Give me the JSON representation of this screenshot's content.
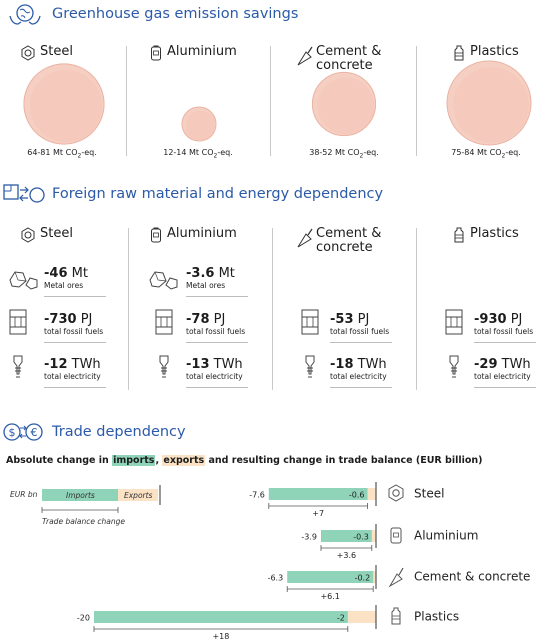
{
  "sections": {
    "savings": {
      "title": "Greenhouse gas emission savings"
    },
    "dependency": {
      "title": "Foreign raw material and energy dependency"
    },
    "trade": {
      "title": "Trade dependency"
    }
  },
  "materials": [
    {
      "name": "Steel",
      "icon": "gear-nut-icon"
    },
    {
      "name": "Aluminium",
      "icon": "can-icon"
    },
    {
      "name_line1": "Cement &",
      "name_line2": "concrete",
      "icon": "trowel-icon"
    },
    {
      "name": "Plastics",
      "icon": "bottle-icon"
    }
  ],
  "emission_savings": [
    {
      "range": "64-81",
      "unit": "Mt CO",
      "sub": "2",
      "suffix": "-eq.",
      "mid": 72.5
    },
    {
      "range": "12-14",
      "unit": "Mt CO",
      "sub": "2",
      "suffix": "-eq.",
      "mid": 13
    },
    {
      "range": "38-52",
      "unit": "Mt CO",
      "sub": "2",
      "suffix": "-eq.",
      "mid": 45
    },
    {
      "range": "75-84",
      "unit": "Mt CO",
      "sub": "2",
      "suffix": "-eq.",
      "mid": 79.5
    }
  ],
  "dependency": [
    {
      "ores": {
        "value": "-46",
        "unit": "Mt",
        "label": "Metal ores"
      },
      "fossil": {
        "value": "-730",
        "unit": "PJ",
        "label": "total fossil fuels"
      },
      "electricity": {
        "value": "-12",
        "unit": "TWh",
        "label": "total electricity"
      }
    },
    {
      "ores": {
        "value": "-3.6",
        "unit": "Mt",
        "label": "Metal ores"
      },
      "fossil": {
        "value": "-78",
        "unit": "PJ",
        "label": "total fossil fuels"
      },
      "electricity": {
        "value": "-13",
        "unit": "TWh",
        "label": "total electricity"
      }
    },
    {
      "fossil": {
        "value": "-53",
        "unit": "PJ",
        "label": "total fossil fuels"
      },
      "electricity": {
        "value": "-18",
        "unit": "TWh",
        "label": "total electricity"
      }
    },
    {
      "fossil": {
        "value": "-930",
        "unit": "PJ",
        "label": "total fossil fuels"
      },
      "electricity": {
        "value": "-29",
        "unit": "TWh",
        "label": "total electricity"
      }
    }
  ],
  "chart_data": {
    "type": "bar",
    "title_parts": [
      "Absolute change in ",
      "imports",
      ", ",
      "exports",
      " and resulting change in trade balance (EUR billion)"
    ],
    "legend": {
      "unit": "EUR bn",
      "imports": "Imports",
      "exports": "Exports",
      "balance": "Trade balance change"
    },
    "categories": [
      "Steel",
      "Aluminium",
      "Cement & concrete",
      "Plastics"
    ],
    "series": [
      {
        "name": "imports",
        "color": "#8fd3b8",
        "values": [
          -7.6,
          -3.9,
          -6.3,
          -20
        ]
      },
      {
        "name": "exports",
        "color": "#fbe2c5",
        "values": [
          -0.6,
          -0.3,
          -0.2,
          -2
        ]
      },
      {
        "name": "trade balance change",
        "values": [
          7,
          3.6,
          6.1,
          18
        ]
      }
    ],
    "labels": {
      "imports": [
        "-7.6",
        "-3.9",
        "-6.3",
        "-20"
      ],
      "exports": [
        "-0.6",
        "-0.3",
        "-0.2",
        "-2"
      ],
      "balance": [
        "+7",
        "+3.6",
        "+6.1",
        "+18"
      ]
    },
    "xlim": [
      -20,
      0
    ]
  },
  "colors": {
    "accent": "#2b5aa8",
    "circle_fill": "#f6cfc3",
    "circle_stroke": "#eab3a3",
    "imports": "#8fd3b8",
    "exports": "#fbe2c5"
  }
}
